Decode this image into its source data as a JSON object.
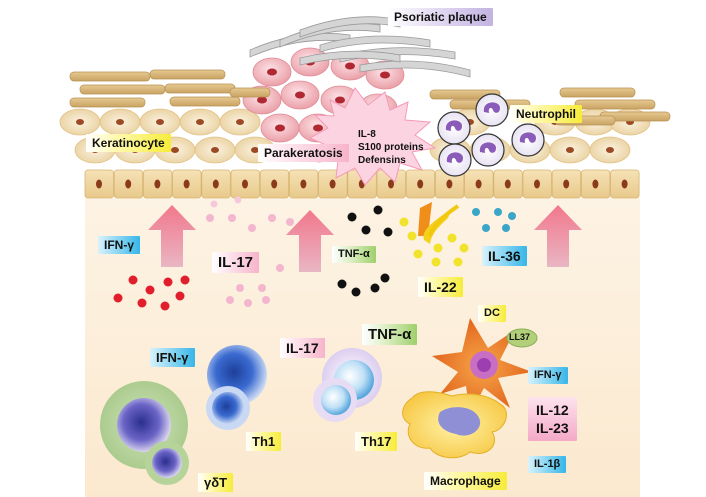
{
  "labels": {
    "psoriatic_plaque": "Psoriatic plaque",
    "keratinocyte": "Keratinocyte",
    "parakeratosis": "Parakeratosis",
    "neutrophil": "Neutrophil",
    "starburst": [
      "IL-8",
      "S100 proteins",
      "Defensins"
    ],
    "ifn_gamma_left": "IFN-γ",
    "il17_upper": "IL-17",
    "tnf_alpha_small": "TNF-α",
    "il22": "IL-22",
    "il36": "IL-36",
    "ifn_gamma_mid": "IFN-γ",
    "il17_lower": "IL-17",
    "tnf_alpha_large": "TNF-α",
    "dc": "DC",
    "ll37": "LL37",
    "ifn_gamma_right": "IFN-γ",
    "il12_il23": [
      "IL-12",
      "IL-23"
    ],
    "il1b": "IL-1β",
    "th1": "Th1",
    "th17": "Th17",
    "gamma_delta_t": "γδT",
    "macrophage": "Macrophage"
  },
  "colors": {
    "arrow": "#ef5d78",
    "dermis": "#fdf1df",
    "ifn_dots": "#e01e2c",
    "il17_dots": "#f4b6cf",
    "tnf_dots": "#111111",
    "il22_dots": "#f1e22b",
    "il36_dots": "#3aa6c8"
  }
}
